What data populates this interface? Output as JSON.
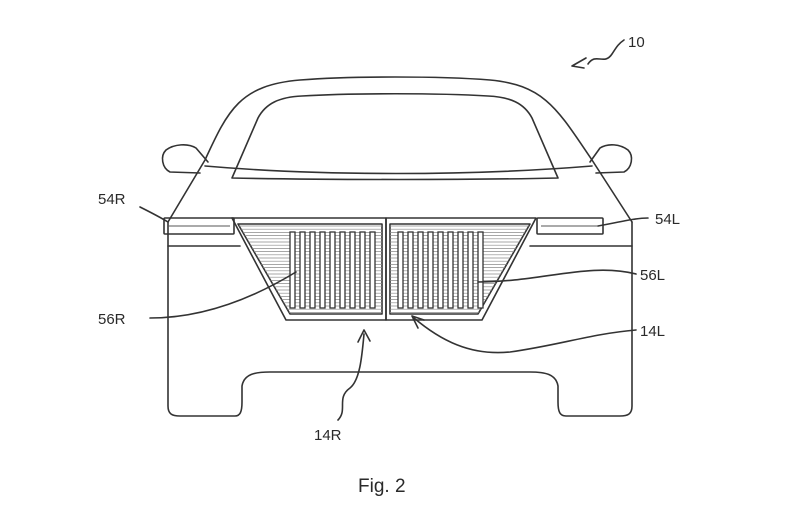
{
  "figure": {
    "caption": "Fig. 2",
    "labels": {
      "vehicle": "10",
      "headlight_right": "54R",
      "headlight_left": "54L",
      "grille_part_right": "56R",
      "grille_part_left": "56L",
      "grille_right": "14R",
      "grille_left": "14L"
    }
  }
}
